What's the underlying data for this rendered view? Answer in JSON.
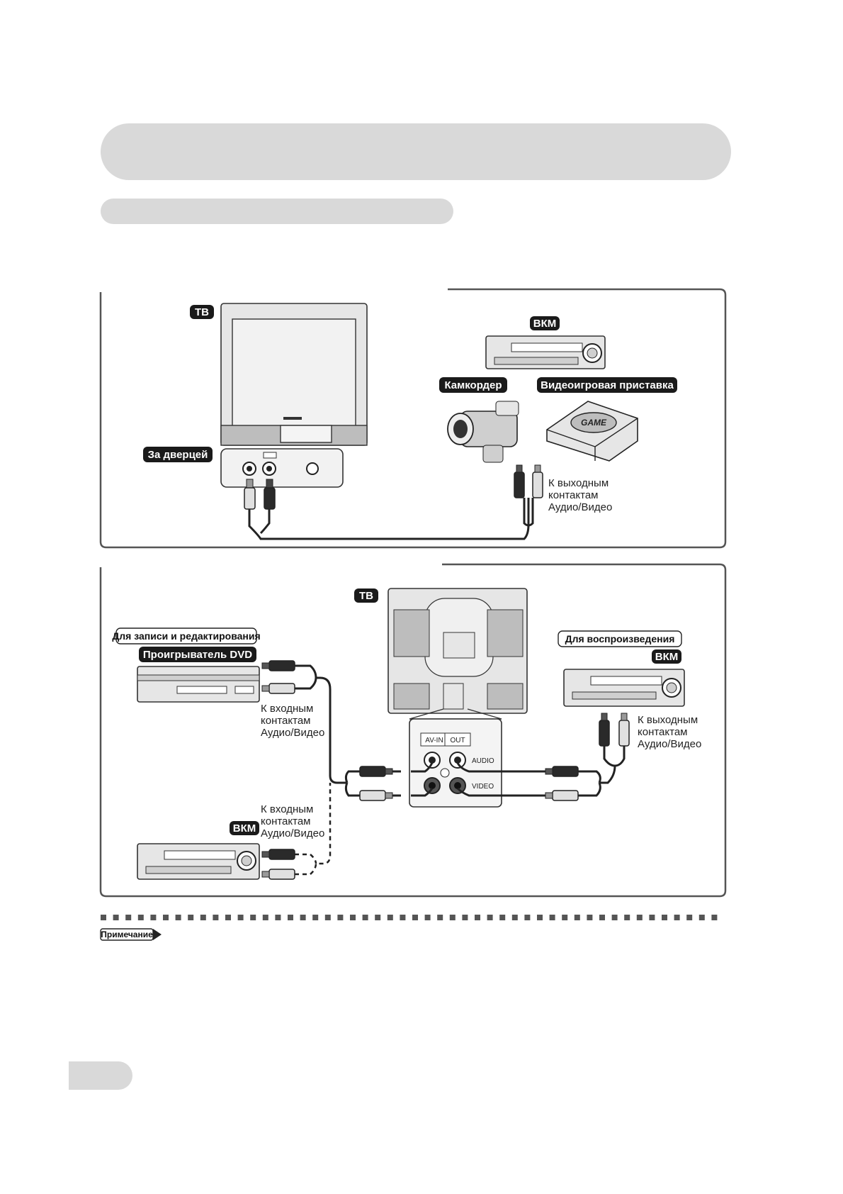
{
  "labels": {
    "tv_top": "ТВ",
    "vcr_top": "ВКМ",
    "camcorder": "Камкордер",
    "game_console": "Видеоигровая приставка",
    "behind_door": "За дверцей",
    "tv_bottom": "ТВ",
    "record_edit": "Для записи и редактирования",
    "dvd_player": "Проигрыватель DVD",
    "playback": "Для воспроизведения",
    "vcr_right": "ВКМ",
    "vcr_left": "ВКМ",
    "game_logo": "GAME",
    "note": "Примечание"
  },
  "captions": {
    "top_output": [
      "К выходным",
      "контактам",
      "Аудио/Видео"
    ],
    "dvd_input": [
      "К входным",
      "контактам",
      "Аудио/Видео"
    ],
    "vcr_input": [
      "К входным",
      "контактам",
      "Аудио/Видео"
    ],
    "right_output": [
      "К выходным",
      "контактам",
      "Аудио/Видео"
    ]
  },
  "jack_panel": {
    "av_in": "AV-IN",
    "out": "OUT",
    "audio": "AUDIO",
    "video": "VIDEO"
  }
}
